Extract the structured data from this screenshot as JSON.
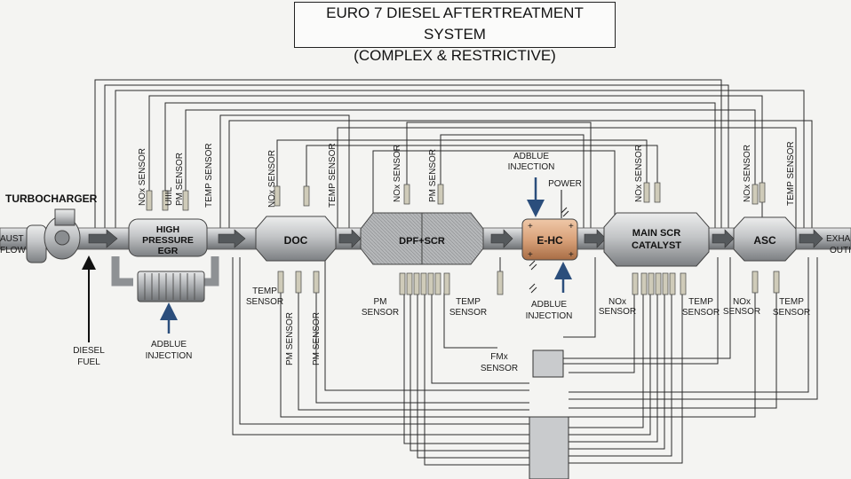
{
  "title": {
    "line1": "EURO 7 DIESEL AFTERTREATMENT SYSTEM",
    "line2": "(COMPLEX & RESTRICTIVE)"
  },
  "components": {
    "turbocharger": "TURBOCHARGER",
    "egr_line1": "HIGH",
    "egr_line2": "PRESSURE",
    "egr_line3": "EGR",
    "doc": "DOC",
    "dpf": "DPF+SCR",
    "ehc": "E-HC",
    "scr_line1": "MAIN SCR",
    "scr_line2": "CATALYST",
    "asc": "ASC"
  },
  "labels": {
    "inlet_line1": "AUST",
    "inlet_line2": "FLOW",
    "outlet_line1": "EXHA",
    "outlet_line2": "OUTI",
    "diesel_line1": "DIESEL",
    "diesel_line2": "FUEL",
    "adblue_egr_line1": "ADBLUE",
    "adblue_egr_line2": "INJECTION",
    "adblue_top_line1": "ADBLUE",
    "adblue_top_line2": "INJECTION",
    "adblue_bottom_line1": "ADBLUE",
    "adblue_bottom_line2": "INJECTION",
    "power": "POWER",
    "fmx_line1": "FMx",
    "fmx_line2": "SENSOR"
  },
  "vertical_labels": {
    "egr_nox": "NOx SENSOR",
    "egr_u": "UIIIL",
    "egr_pm": "PM SENSOR",
    "egr_temp": "TEMP SENSOR",
    "doc_nox": "NOx SENSOR",
    "doc_temp": "TEMP SENSOR",
    "dpf_nox": "NOx SENSOR",
    "dpf_pm": "PM SENSOR",
    "scr_nox": "NOx SENSOR",
    "asc_nox": "NOx SENSOR",
    "asc_temp": "TEMP SENSOR",
    "doc_pm1": "PM SENSOR",
    "doc_pm2": "PM SENSOR"
  },
  "bottom_labels": {
    "doc_temp_line1": "TEMP",
    "doc_temp_line2": "SENSOR",
    "dpf_pm_line1": "PM",
    "dpf_pm_line2": "SENSOR",
    "dpf_temp_line1": "TEMP",
    "dpf_temp_line2": "SENSOR",
    "scr_nox_line1": "NOx",
    "scr_nox_line2": "SENSOR",
    "scr_temp_line1": "TEMP",
    "scr_temp_line2": "SENSOR",
    "asc_nox_line1": "NOx",
    "asc_nox_line2": "SENSOR",
    "asc_temp_line1": "TEMP",
    "asc_temp_line2": "SENSOR"
  },
  "colors": {
    "pipe": "#b9bcbf",
    "ehc": "#d9a27a",
    "arrow_blue": "#2b4e7c",
    "line": "#2a2a2a"
  }
}
